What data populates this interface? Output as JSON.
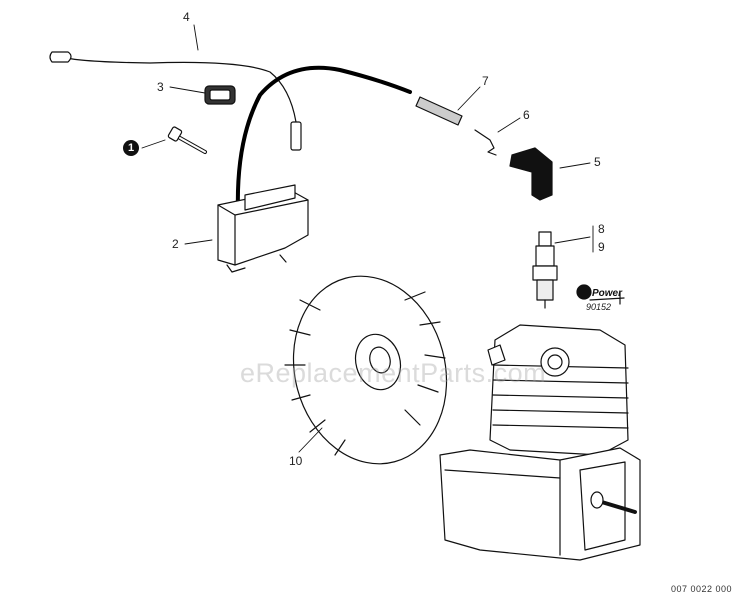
{
  "diagram": {
    "callouts": {
      "c1": "1",
      "c2": "2",
      "c3": "3",
      "c4": "4",
      "c5": "5",
      "c6": "6",
      "c7": "7",
      "c8": "8",
      "c9": "9",
      "c10": "10"
    },
    "watermark": "eReplacementParts.com",
    "preferred_part": {
      "brand": "Power",
      "code": "90152"
    },
    "reference_code": "007 0022 000"
  }
}
